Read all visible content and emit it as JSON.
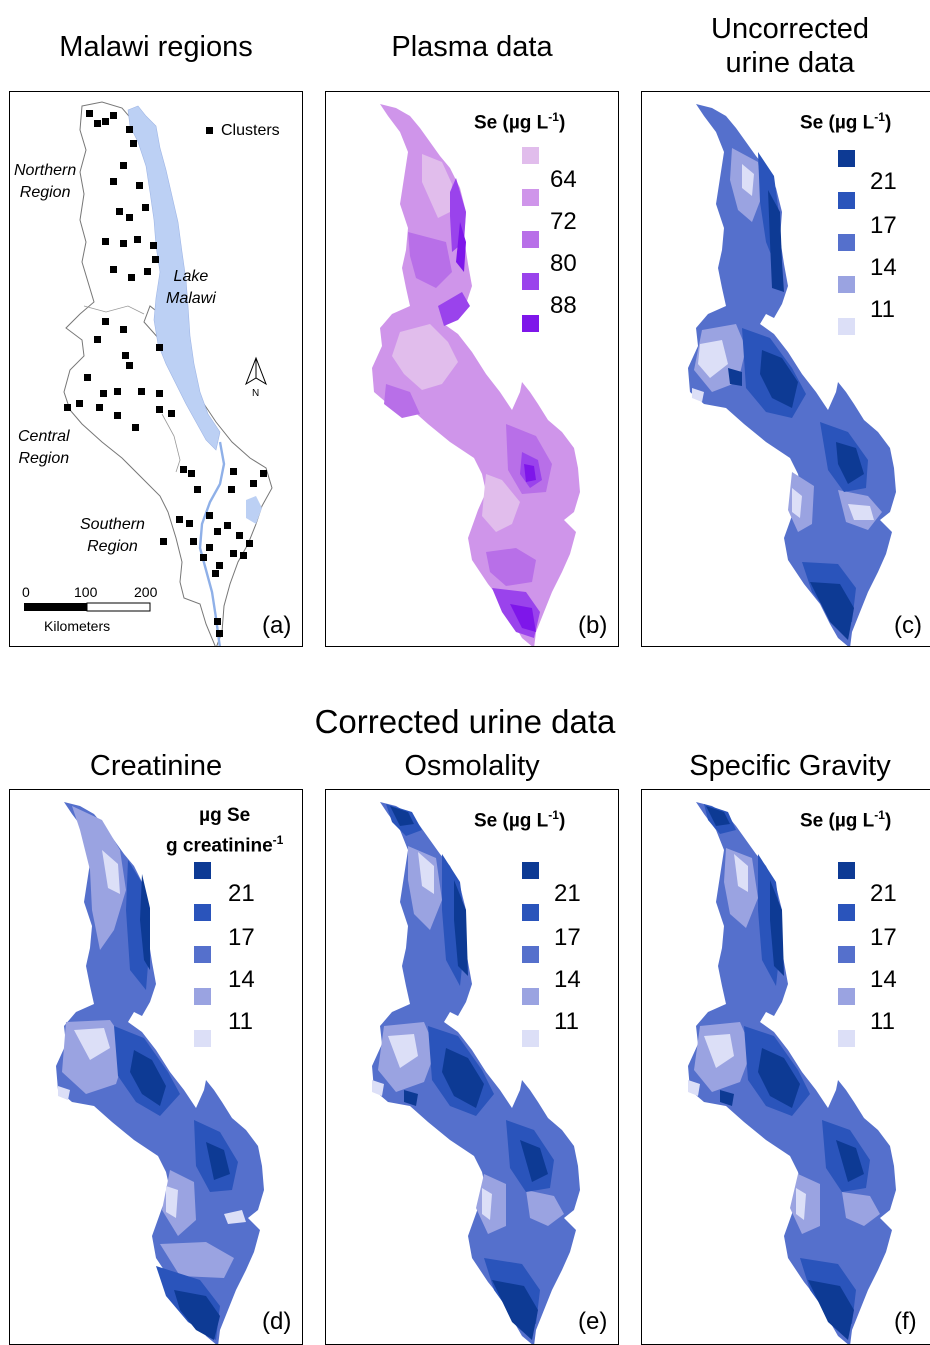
{
  "figure": {
    "corrected_title": "Corrected urine data"
  },
  "panels": {
    "a": {
      "title": "Malawi regions",
      "letter": "(a)",
      "legend_label": "Clusters",
      "regions": [
        "Northern",
        "Region",
        "Central",
        "Region",
        "Southern",
        "Region"
      ],
      "lake": [
        "Lake",
        "Malawi"
      ],
      "north": "N",
      "scale": {
        "ticks": [
          "0",
          "100",
          "200"
        ],
        "unit": "Kilometers"
      }
    },
    "b": {
      "title": "Plasma data",
      "letter": "(b)",
      "legend_title": "Se (µg L",
      "legend_sup": "-1",
      "legend_close": ")",
      "breaks": [
        "64",
        "72",
        "80",
        "88"
      ],
      "colors": [
        "#e1bdec",
        "#cf95ea",
        "#b86fe8",
        "#9a43ec",
        "#7e16ea"
      ]
    },
    "c": {
      "title_line1": "Uncorrected",
      "title_line2": "urine data",
      "letter": "(c)",
      "legend_title": "Se (µg L",
      "legend_sup": "-1",
      "legend_close": ")",
      "breaks": [
        "21",
        "17",
        "14",
        "11"
      ],
      "colors": [
        "#0d3a94",
        "#2a54bb",
        "#5570cc",
        "#9aa3e1",
        "#dcdff7"
      ]
    },
    "d": {
      "title": "Creatinine",
      "letter": "(d)",
      "legend_line1": "µg Se",
      "legend_line2": "g creatinine",
      "legend_sup": "-1",
      "breaks": [
        "21",
        "17",
        "14",
        "11"
      ],
      "colors": [
        "#0d3a94",
        "#2a54bb",
        "#5570cc",
        "#9aa3e1",
        "#dcdff7"
      ]
    },
    "e": {
      "title": "Osmolality",
      "letter": "(e)",
      "legend_title": "Se (µg L",
      "legend_sup": "-1",
      "legend_close": ")",
      "breaks": [
        "21",
        "17",
        "14",
        "11"
      ],
      "colors": [
        "#0d3a94",
        "#2a54bb",
        "#5570cc",
        "#9aa3e1",
        "#dcdff7"
      ]
    },
    "f": {
      "title": "Specific Gravity",
      "letter": "(f)",
      "legend_title": "Se (µg L",
      "legend_sup": "-1",
      "legend_close": ")",
      "breaks": [
        "21",
        "17",
        "14",
        "11"
      ],
      "colors": [
        "#0d3a94",
        "#2a54bb",
        "#5570cc",
        "#9aa3e1",
        "#dcdff7"
      ]
    }
  }
}
